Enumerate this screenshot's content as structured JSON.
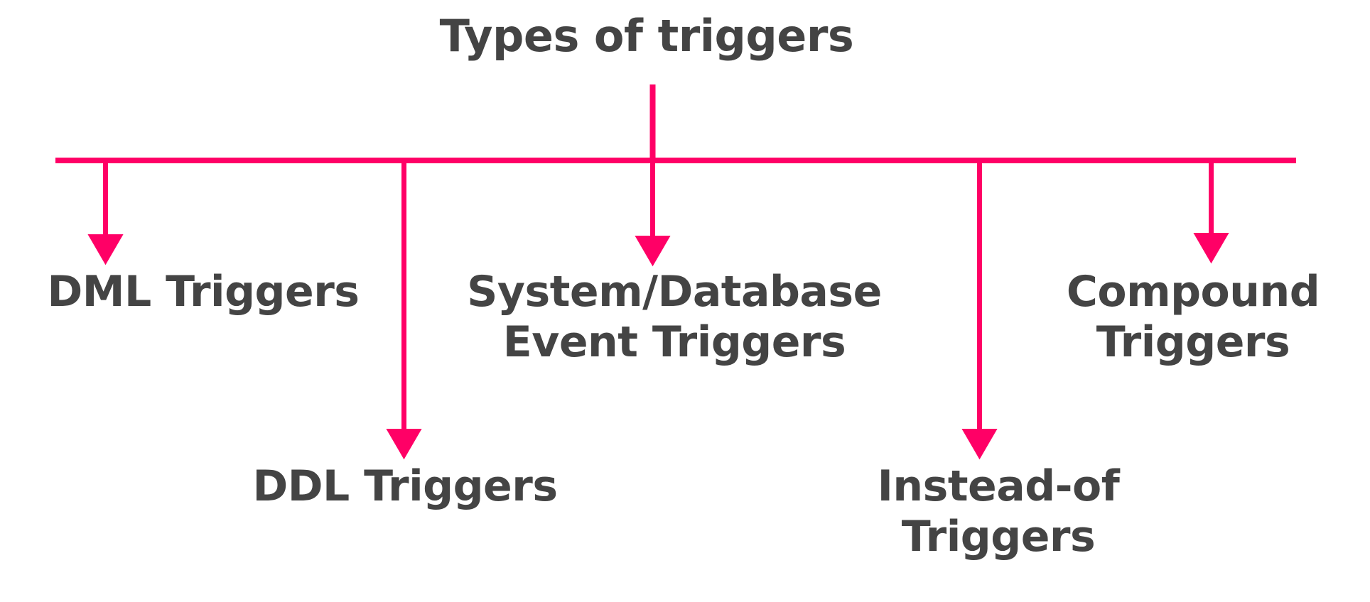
{
  "diagram": {
    "type": "tree-hierarchy",
    "title": "Types of triggers",
    "root_label": "Types of triggers",
    "colors": {
      "connector": "#FF0066",
      "text": "#444444",
      "background": "#FFFFFF"
    },
    "branches": [
      {
        "id": "dml",
        "label": "DML Triggers",
        "row": "upper"
      },
      {
        "id": "ddl",
        "label": "DDL Triggers",
        "row": "lower"
      },
      {
        "id": "sysdb",
        "label": "System/Database\nEvent Triggers",
        "row": "upper"
      },
      {
        "id": "insteadof",
        "label": "Instead-of\nTriggers",
        "row": "lower"
      },
      {
        "id": "compound",
        "label": "Compound\nTriggers",
        "row": "upper"
      }
    ]
  }
}
